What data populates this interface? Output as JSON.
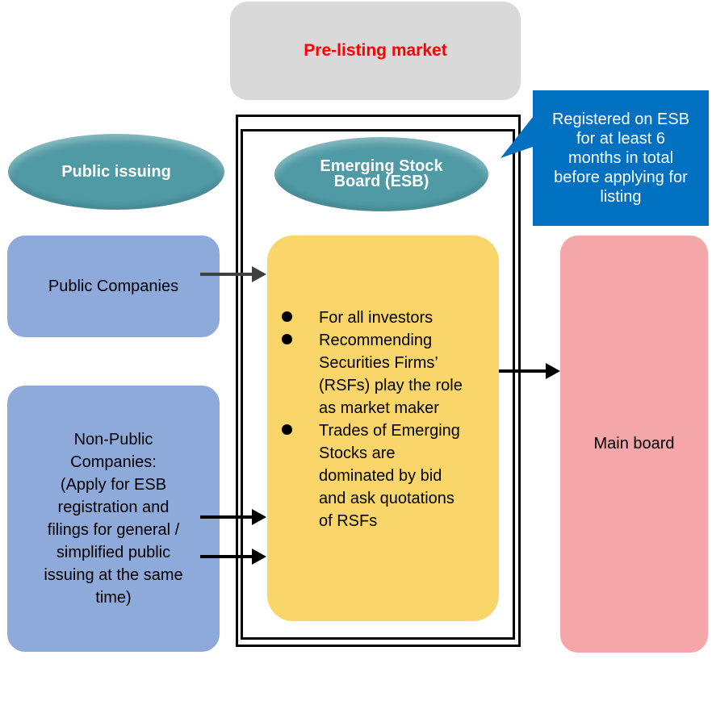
{
  "header": {
    "title": "Pre-listing market"
  },
  "ellipses": {
    "public_issuing": "Public issuing",
    "esb_line1": "Emerging Stock",
    "esb_line2": "Board (ESB)"
  },
  "callout": {
    "lines": [
      "Registered on ESB",
      "for at least 6",
      "months in total",
      "before applying for",
      "listing"
    ]
  },
  "left_boxes": {
    "public_companies": "Public Companies",
    "non_public_lines": [
      "Non-Public",
      "Companies:",
      "(Apply for ESB",
      "registration and",
      "filings for general /",
      "simplified public",
      "issuing at the same",
      "time)"
    ]
  },
  "center_box": {
    "items": [
      [
        "For all investors"
      ],
      [
        "Recommending",
        "Securities Firms’",
        "(RSFs) play the role",
        "as market maker"
      ],
      [
        "Trades of Emerging",
        "Stocks are",
        "dominated by bid",
        "and ask quotations",
        "of RSFs"
      ]
    ]
  },
  "main_board": {
    "label": "Main board"
  },
  "colors": {
    "header_bg": "#d9d9d9",
    "header_text": "#ff0000",
    "ellipse": "#4f9aa5",
    "callout": "#0070c0",
    "blue_box": "#8eaadb",
    "yellow_box": "#fad66a",
    "pink_box": "#f4a6a9"
  }
}
